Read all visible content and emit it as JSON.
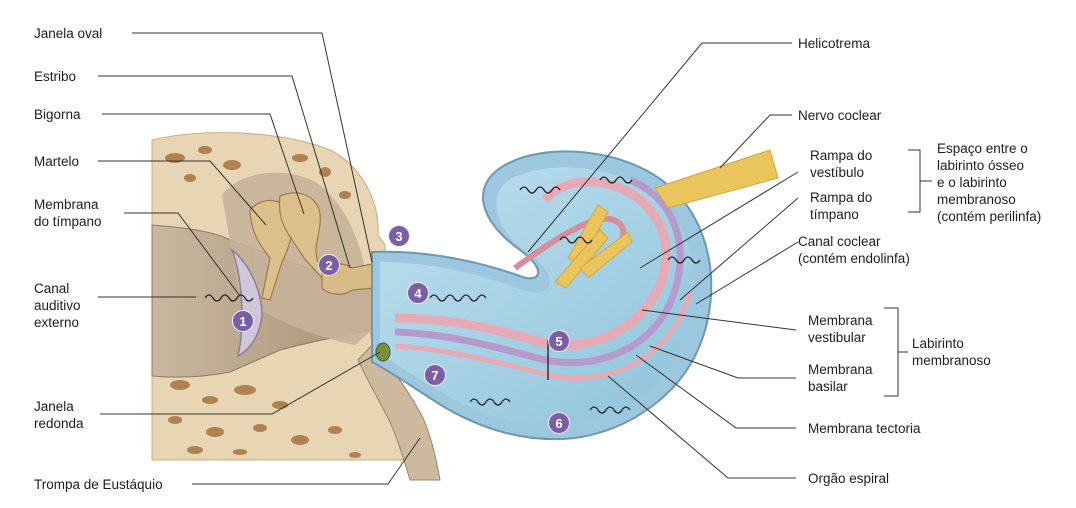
{
  "labels": {
    "janela_oval": "Janela oval",
    "estribo": "Estribo",
    "bigorna": "Bigorna",
    "martelo": "Martelo",
    "membrana_timpano": "Membrana\ndo tímpano",
    "canal_auditivo": "Canal\nauditivo\nexterno",
    "janela_redonda": "Janela\nredonda",
    "trompa": "Trompa de Eustáquio",
    "helicotrema": "Helicotrema",
    "nervo_coclear": "Nervo coclear",
    "rampa_vestibulo": "Rampa do\nvestíbulo",
    "rampa_timpano": "Rampa do\ntímpano",
    "espaco": "Espaço entre o\nlabirinto ósseo\ne o labirinto\nmembranoso\n(contém perilinfa)",
    "canal_coclear": "Canal coclear\n(contém endolinfa)",
    "membrana_vestibular": "Membrana\nvestibular",
    "membrana_basilar": "Membrana\nbasilar",
    "labirinto": "Labirinto\nmembranoso",
    "membrana_tectoria": "Membrana tectoria",
    "orgao_espiral": "Orgão espiral"
  },
  "steps": [
    "1",
    "2",
    "3",
    "4",
    "5",
    "6",
    "7"
  ],
  "colors": {
    "bone": "#e6d2b0",
    "bone_spots": "#a8743f",
    "canal": "#b9a58c",
    "cochlea_fluid": "#a9d4e8",
    "cochlea_wall": "#8ab4cc",
    "duct_pink": "#e7a9b4",
    "duct_purple": "#b69acd",
    "nerve": "#e9c25a",
    "ossicle": "#dcc08c",
    "badge": "#7a5fa6"
  }
}
